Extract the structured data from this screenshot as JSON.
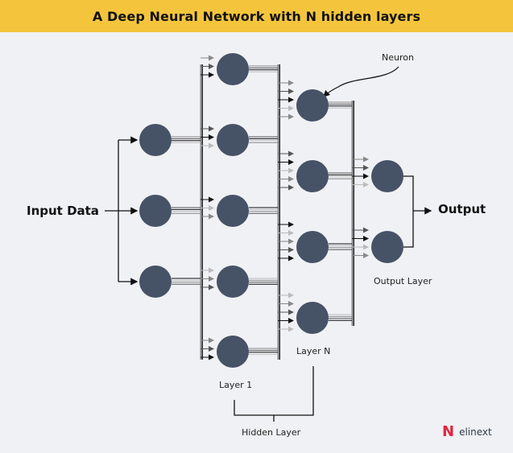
{
  "title": "A Deep Neural Network with N hidden layers",
  "labels": {
    "input": "Input Data",
    "output": "Output",
    "neuron": "Neuron",
    "layer1": "Layer 1",
    "layerN": "Layer N",
    "output_layer": "Output Layer",
    "hidden_layer": "Hidden Layer"
  },
  "logo": {
    "text": "elinext",
    "mark": "N"
  },
  "colors": {
    "header_bg": "#f4c53c",
    "background": "#f0f1f5",
    "neuron_fill": "#465266",
    "brand_red": "#e0243c"
  },
  "network": {
    "layers": [
      {
        "name": "input-layer",
        "neurons": 3
      },
      {
        "name": "hidden-layer-1",
        "neurons": 5
      },
      {
        "name": "hidden-layer-n",
        "neurons": 4
      },
      {
        "name": "output-layer",
        "neurons": 2
      }
    ]
  }
}
